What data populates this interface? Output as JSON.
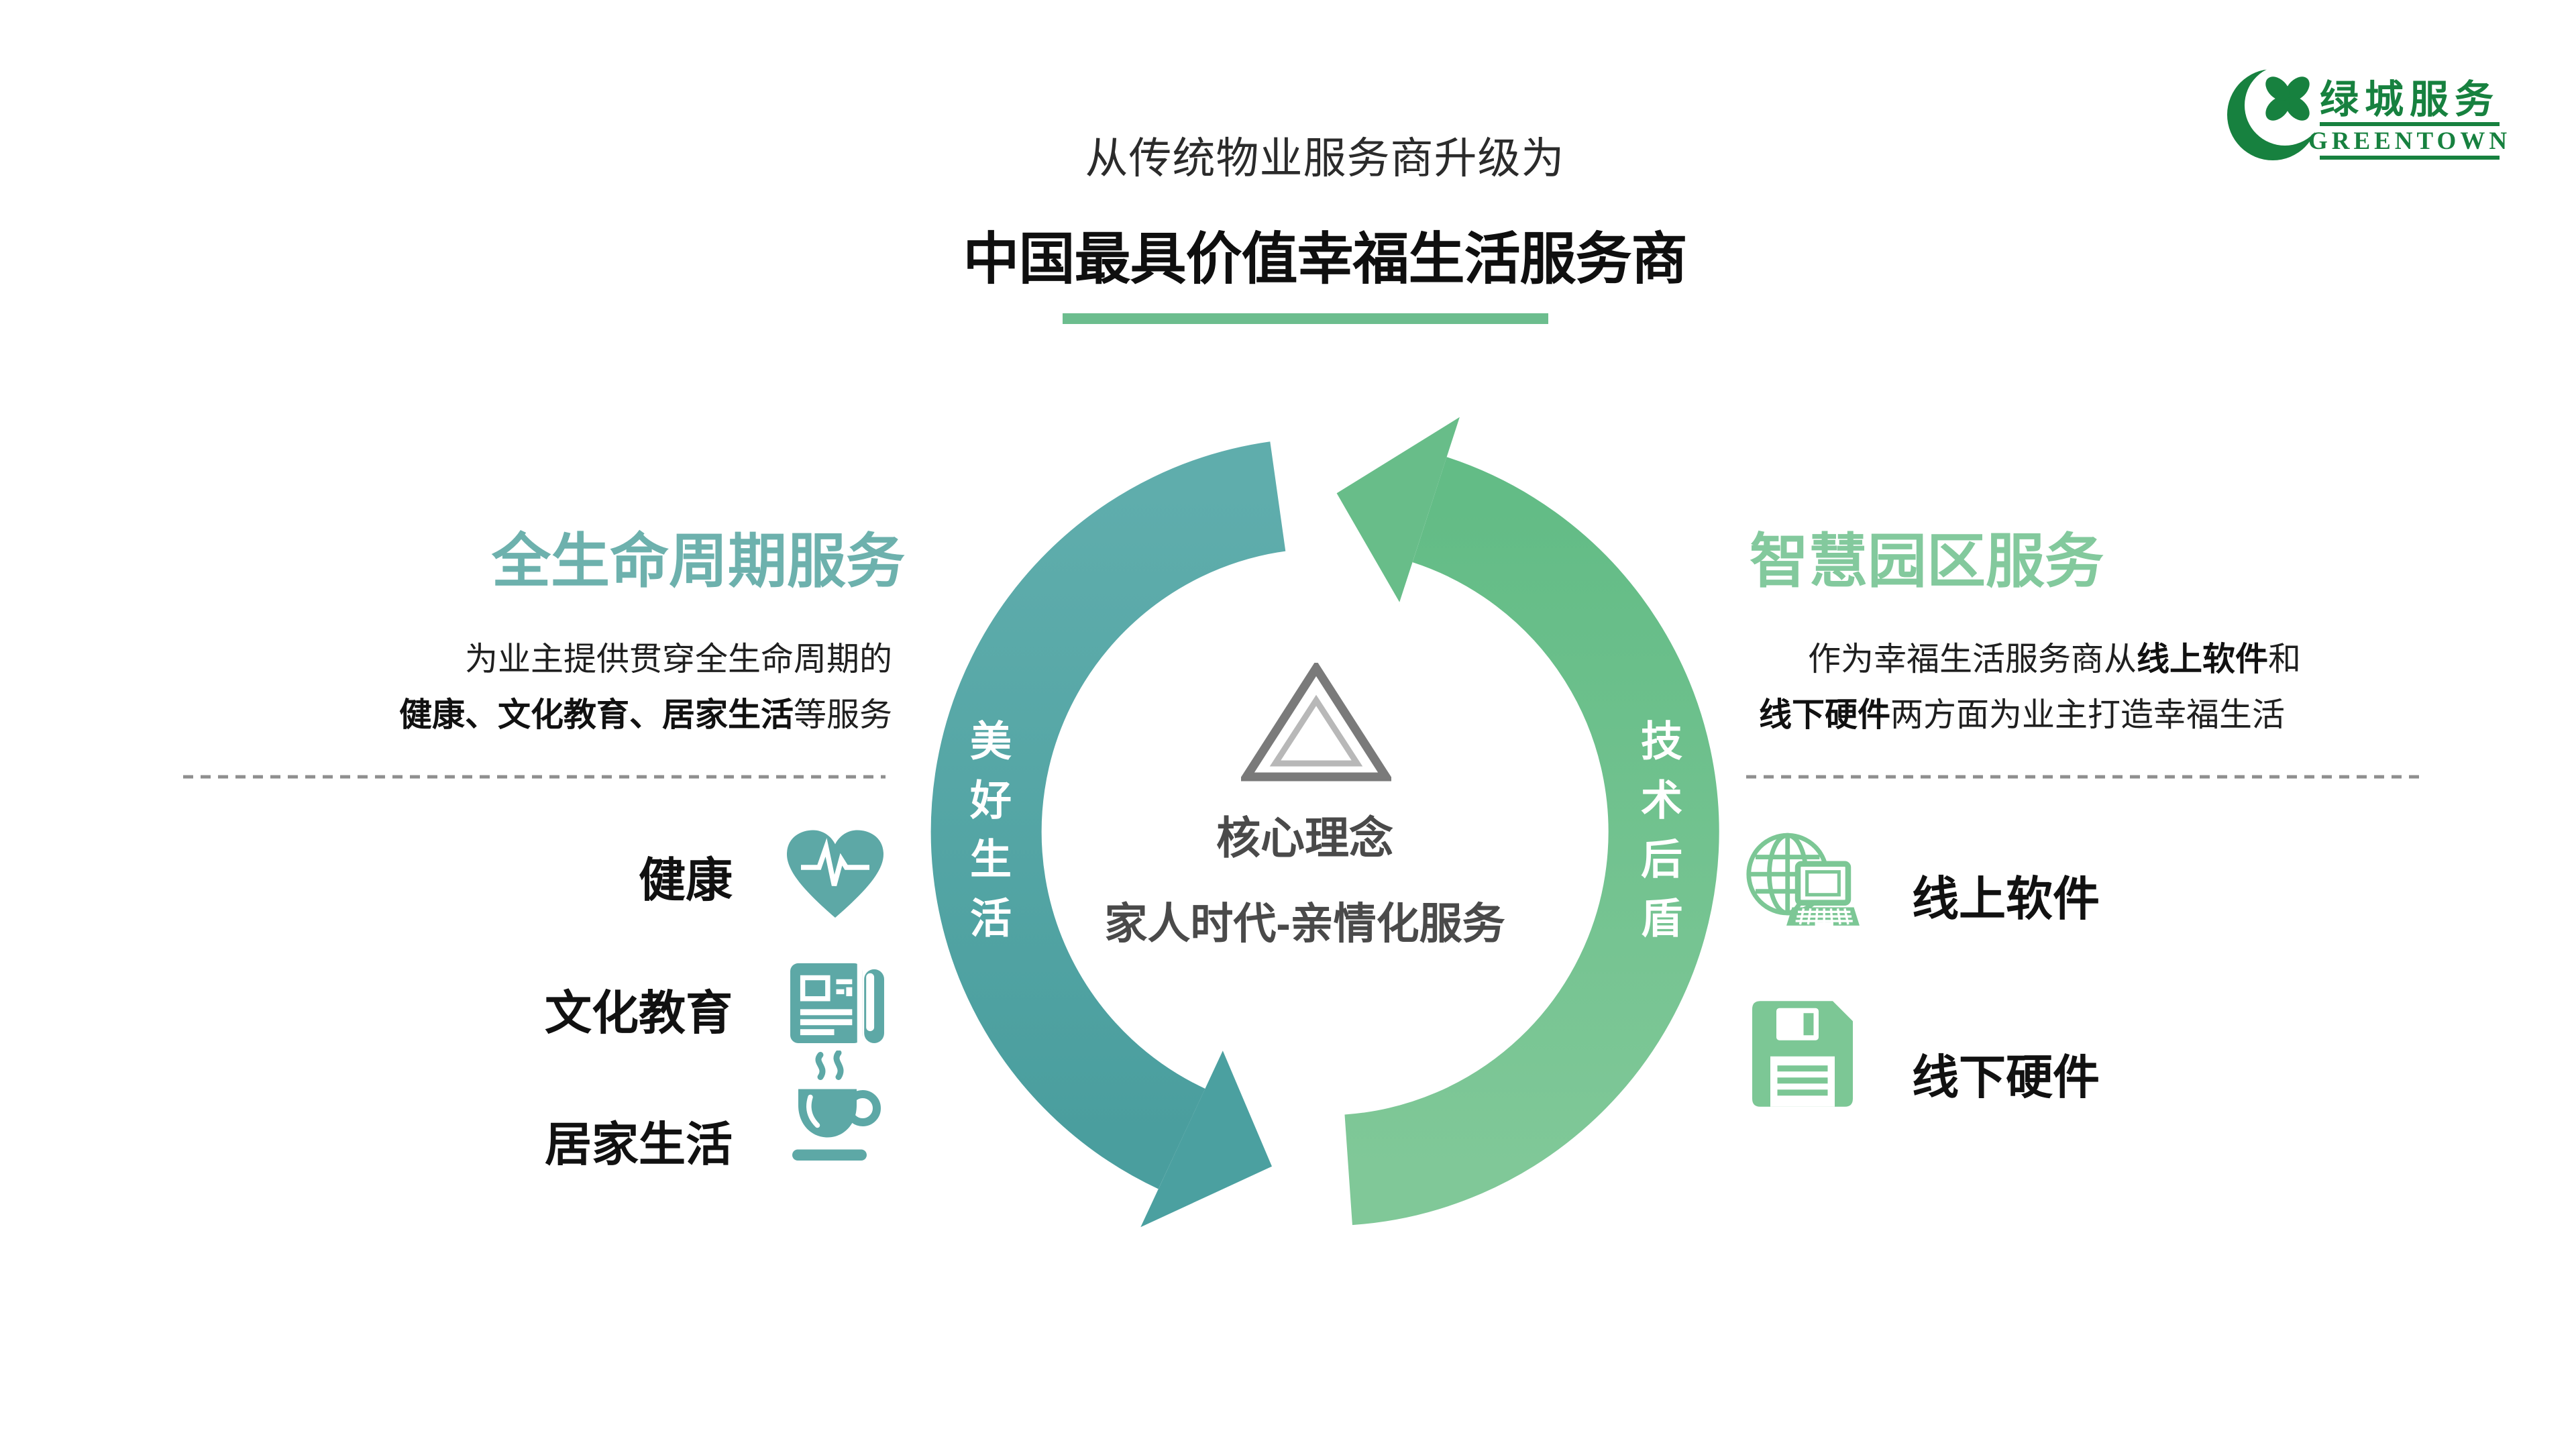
{
  "slide": {
    "subtitle": "从传统物业服务商升级为",
    "title": "中国最具价值幸福生活服务商"
  },
  "logo": {
    "cn": "绿城服务",
    "en": "GREENTOWN",
    "icon": "crescent-clover-logo"
  },
  "left": {
    "heading": "全生命周期服务",
    "desc1": "为业主提供贯穿全生命周期的",
    "desc2_bold": "健康、文化教育、居家生活",
    "desc2_rest": "等服务",
    "items": [
      {
        "label": "健康",
        "icon": "heartbeat-heart-icon"
      },
      {
        "label": "文化教育",
        "icon": "newspaper-icon"
      },
      {
        "label": "居家生活",
        "icon": "coffee-cup-icon"
      }
    ]
  },
  "right": {
    "heading": "智慧园区服务",
    "desc1_pre": "作为幸福生活服务商从",
    "desc1_bold": "线上软件",
    "desc1_post": "和",
    "desc2_bold": "线下硬件",
    "desc2_rest": "两方面为业主打造幸福生活",
    "items": [
      {
        "label": "线上软件",
        "icon": "globe-laptop-icon"
      },
      {
        "label": "线下硬件",
        "icon": "floppy-disk-icon"
      }
    ]
  },
  "cycle": {
    "left_arc_label": "美好生活",
    "right_arc_label": "技术后盾",
    "center_icon": "triangle-mountain-icon",
    "center_title": "核心理念",
    "center_subtitle": "家人时代-亲情化服务"
  },
  "colors": {
    "teal_arc": "#55a3a2",
    "green_arc": "#74c291",
    "teal_heading": "#6db1ad",
    "green_heading": "#83c99d",
    "teal_icon": "#5da8a6",
    "green_icon": "#7cc795",
    "logo_green": "#17813f",
    "underline_green": "#6cbd8e",
    "center_text_gray": "#4a4a4a"
  }
}
